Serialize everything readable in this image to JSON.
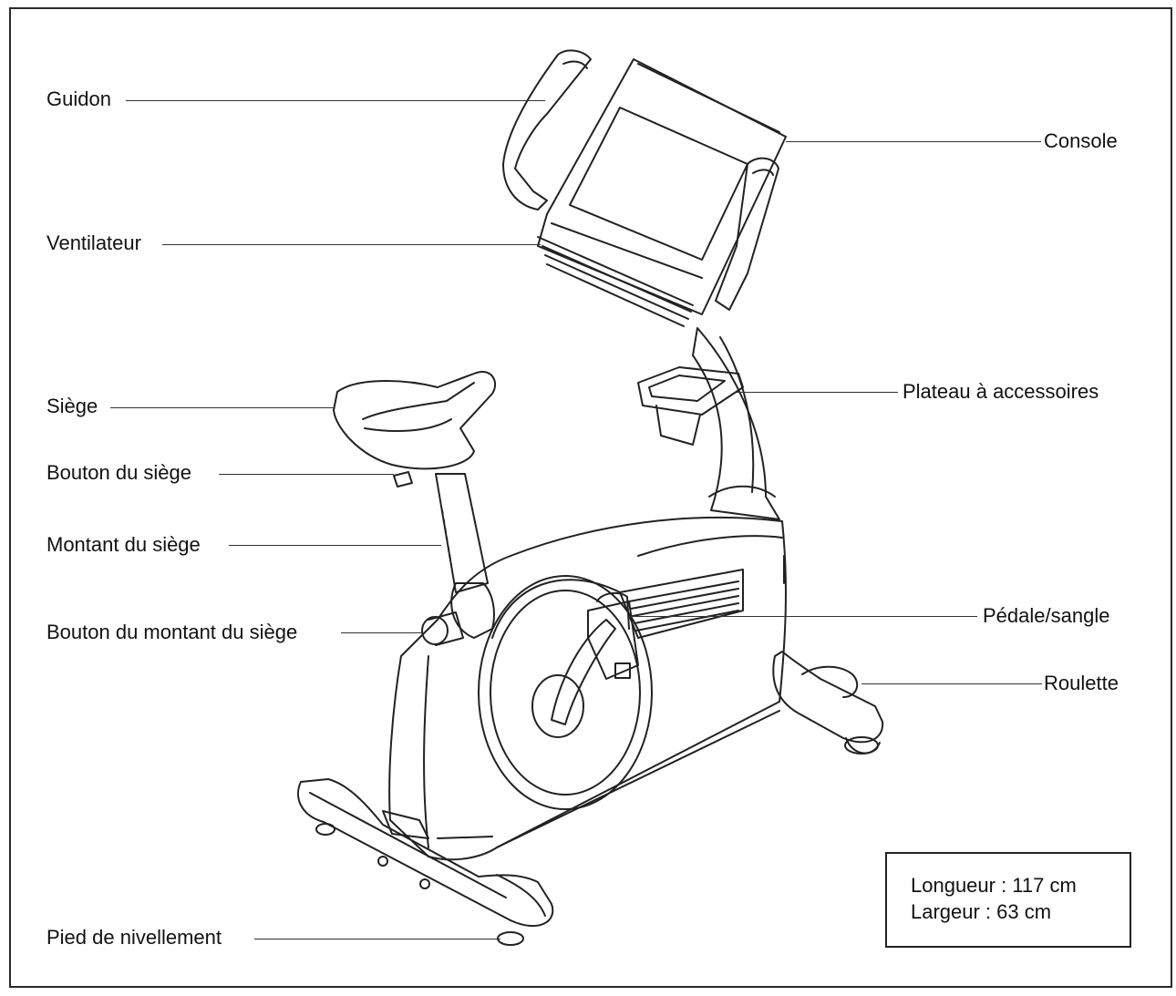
{
  "labels": {
    "guidon": "Guidon",
    "ventilateur": "Ventilateur",
    "siege": "Siège",
    "bouton_siege": "Bouton du siège",
    "montant_siege": "Montant du siège",
    "bouton_montant": "Bouton du montant du siège",
    "pied": "Pied de nivellement",
    "console": "Console",
    "plateau": "Plateau à accessoires",
    "pedale": "Pédale/sangle",
    "roulette": "Roulette"
  },
  "dimensions": {
    "length": "Longueur : 117 cm",
    "width": "Largeur :  63 cm"
  },
  "colors": {
    "line": "#222222",
    "background": "#ffffff"
  }
}
